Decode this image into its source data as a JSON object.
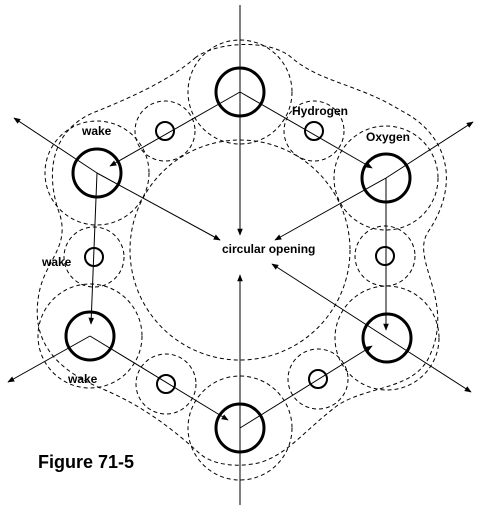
{
  "labels": {
    "wake_top": "wake",
    "wake_mid": "wake",
    "wake_bottom": "wake",
    "hydrogen": "Hydrogen",
    "oxygen": "Oxygen",
    "center": "circular opening"
  },
  "caption": "Figure 71-5",
  "colors": {
    "line": "#000000",
    "background": "#ffffff"
  }
}
